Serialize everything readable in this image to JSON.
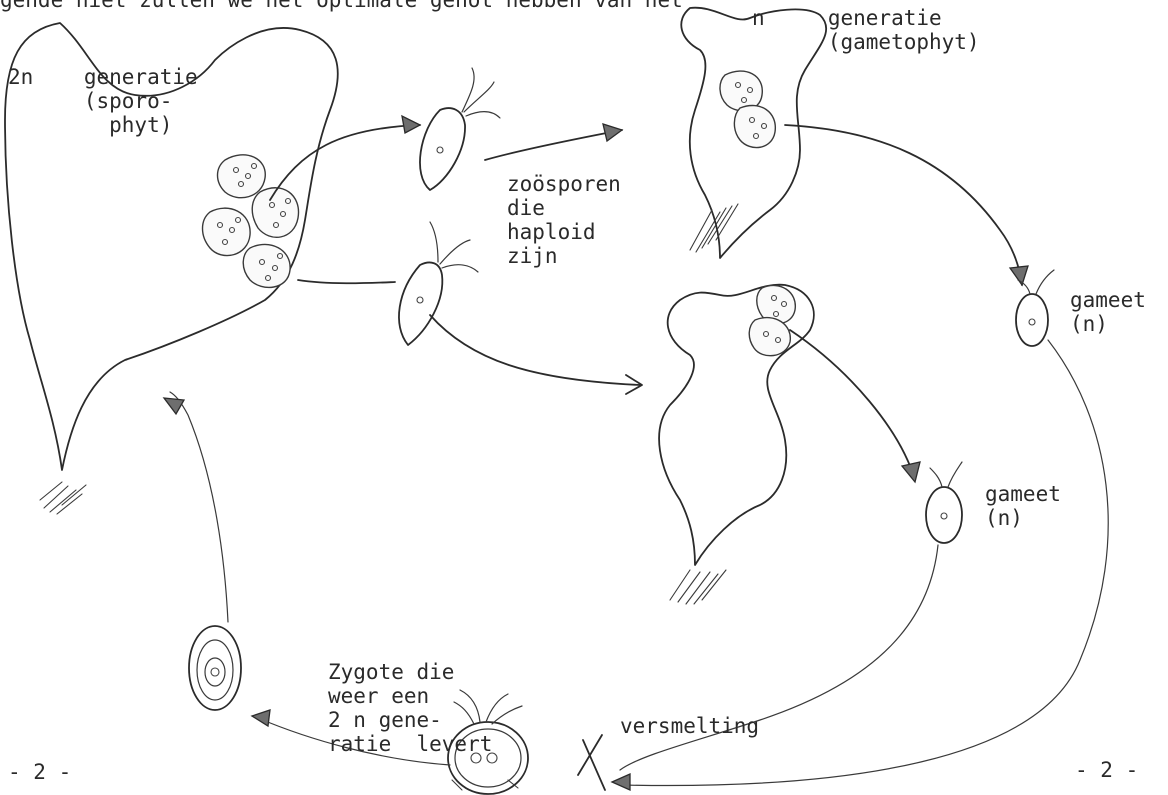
{
  "header": {
    "cut_text": "gende niet zullen we het optimale genot hebben van het"
  },
  "labels": {
    "sporophyte": "2n    generatie\n      (sporo-\n        phyt)",
    "gametophyte": "n     generatie\n      (gametophyt)",
    "zoospores": "zoösporen\ndie\nhaploid\nzijn",
    "gamete_1": "gameet\n(n)",
    "gamete_2": "gameet\n(n)",
    "fusion": "versmelting",
    "zygote": "Zygote die\nweer een\n2 n gene-\nratie  levert"
  },
  "footer": {
    "page_left": "- 2 -",
    "page_right": "- 2 -"
  }
}
